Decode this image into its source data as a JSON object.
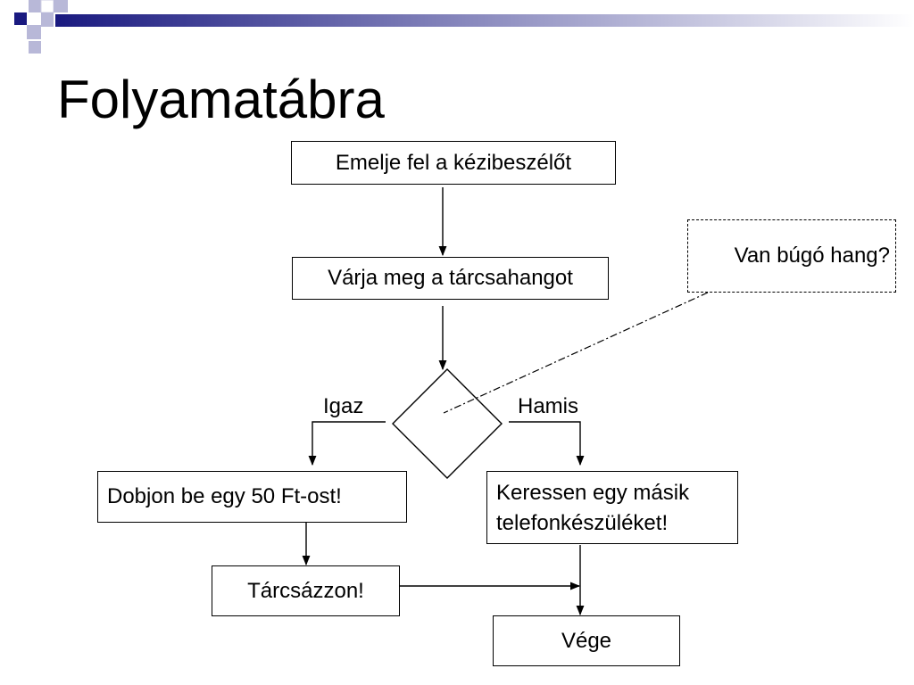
{
  "slide": {
    "title": "Folyamatábra"
  },
  "flowchart": {
    "steps": {
      "pickup": "Emelje fel a kézibeszélőt",
      "wait_tone": "Várja meg a tárcsahangot",
      "insert_coin": "Dobjon be egy 50 Ft-ost!",
      "dial": "Tárcsázzon!",
      "find_other": "Keressen egy másik telefonkészüléket!",
      "end": "Vége"
    },
    "decision": {
      "question": "Van búgó hang?",
      "true_label": "Igaz",
      "false_label": "Hamis"
    }
  },
  "theme": {
    "decoration_dark": "#1a1a80",
    "decoration_light": "#b8b8d8",
    "line_color": "#000000"
  }
}
